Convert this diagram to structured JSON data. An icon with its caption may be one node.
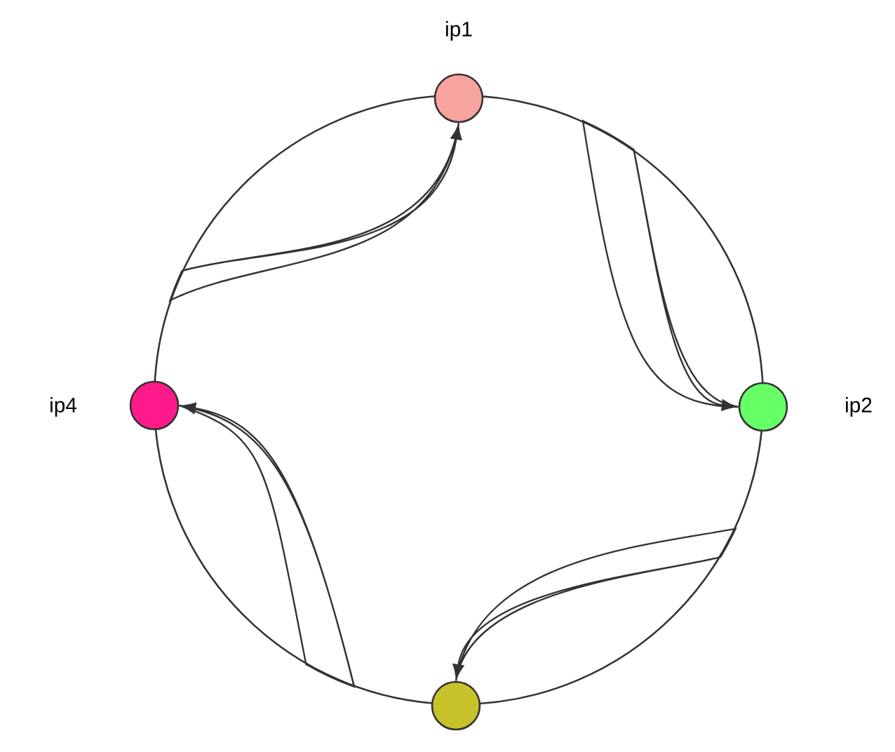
{
  "diagram": {
    "nodes": [
      {
        "text": [],
        "shape": "circle"
      },
      {
        "text": [],
        "shape": "circle",
        "beside": [
          "ip1"
        ]
      },
      {
        "text": [],
        "shape": "circle",
        "beside": [
          "ip2"
        ]
      },
      {
        "text": [],
        "shape": "circle"
      },
      {
        "text": [],
        "shape": "circle",
        "beside": [
          "ip4"
        ]
      }
    ],
    "edges": [
      {
        "from": 0,
        "to": 1,
        "arrow": "to"
      },
      {
        "from": 0,
        "to": 2,
        "arrow": "to"
      },
      {
        "from": 0,
        "to": 3,
        "arrow": "to"
      },
      {
        "from": 0,
        "to": 4,
        "arrow": "to"
      }
    ]
  }
}
